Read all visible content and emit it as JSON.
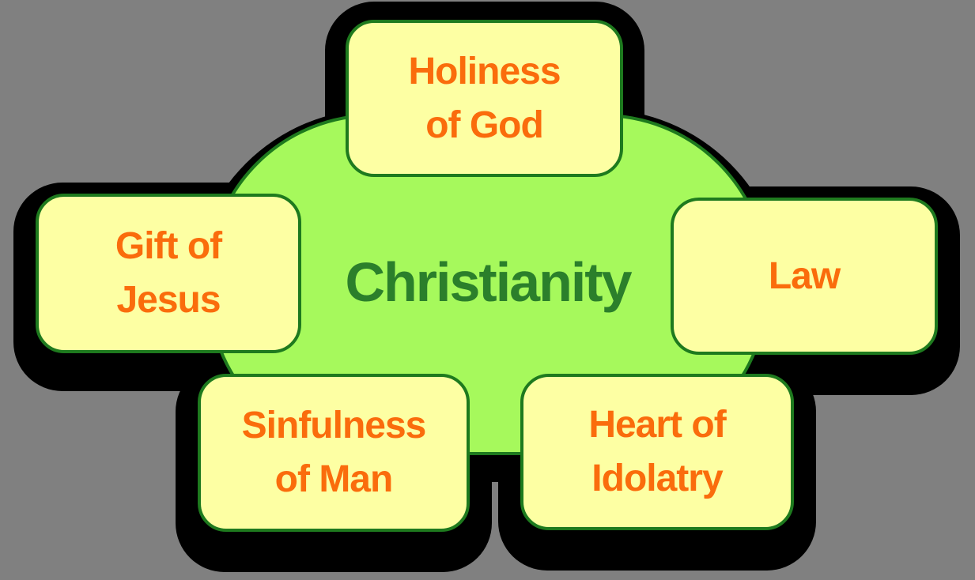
{
  "diagram": {
    "center": {
      "label": "Christianity"
    },
    "nodes": [
      {
        "id": "holiness",
        "label": "Holiness\nof God"
      },
      {
        "id": "gift",
        "label": "Gift of\nJesus"
      },
      {
        "id": "law",
        "label": "Law"
      },
      {
        "id": "sinfulness",
        "label": "Sinfulness\nof Man"
      },
      {
        "id": "heart",
        "label": "Heart of\nIdolatry"
      }
    ],
    "colors": {
      "background": "#808080",
      "shadow": "#000000",
      "ellipse_fill": "#a6f95c",
      "ellipse_border": "#1e7a1e",
      "node_fill": "#fdffa3",
      "node_border": "#1e7a1e",
      "node_text": "#fa6c0c",
      "center_text": "#2b7f2b"
    }
  }
}
